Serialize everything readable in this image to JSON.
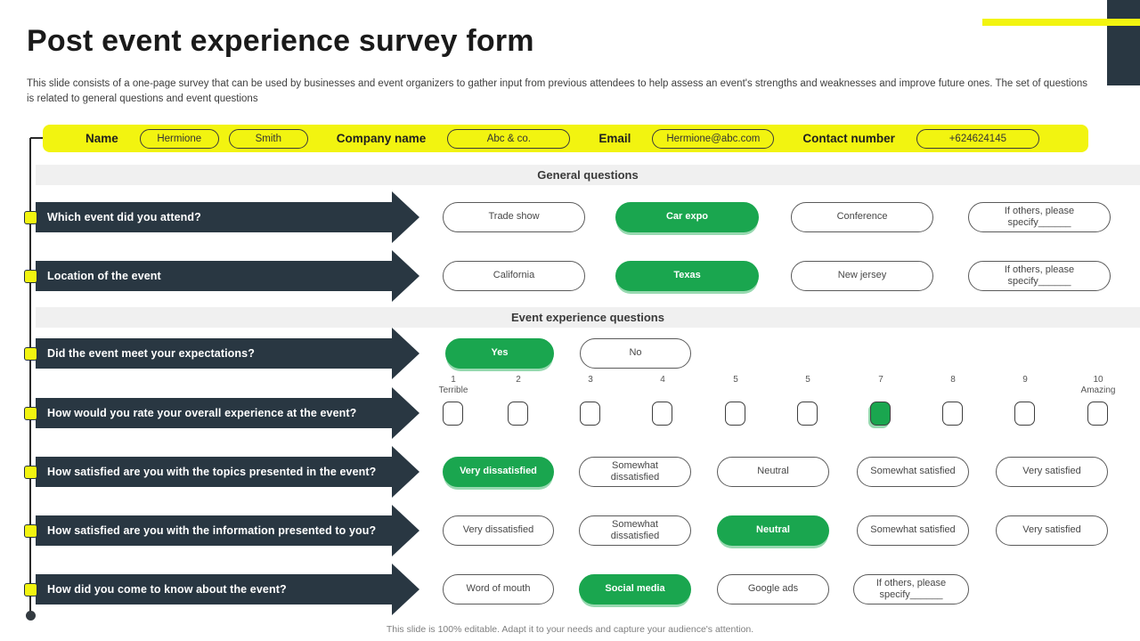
{
  "title": "Post event experience survey form",
  "subtitle": "This slide consists of a one-page survey that can be used by businesses and event organizers to gather input from previous attendees to help assess an event's strengths and weaknesses and improve future ones. The set of questions is related to general questions and event questions",
  "footer": "This slide is 100% editable. Adapt it to your needs and capture your audience's attention.",
  "colors": {
    "accent_yellow": "#f2f410",
    "dark_slate": "#293742",
    "selected_green": "#1aa64f",
    "band_gray": "#f0f0f0"
  },
  "info_bar": {
    "fields": [
      {
        "label": "Name",
        "values": [
          "Hermione",
          "Smith"
        ]
      },
      {
        "label": "Company name",
        "values": [
          "Abc & co."
        ]
      },
      {
        "label": "Email",
        "values": [
          "Hermione@abc.com"
        ]
      },
      {
        "label": "Contact number",
        "values": [
          "+624624145"
        ]
      }
    ]
  },
  "rows": [
    {
      "type": "header",
      "label": "General questions"
    },
    {
      "type": "question",
      "label": "Which event did you attend?",
      "options": [
        {
          "label": "Trade show"
        },
        {
          "label": "Car expo",
          "selected": true
        },
        {
          "label": "Conference"
        },
        {
          "label": "If others, please specify______"
        }
      ]
    },
    {
      "type": "question",
      "label": "Location of the event",
      "options": [
        {
          "label": "California"
        },
        {
          "label": "Texas",
          "selected": true
        },
        {
          "label": "New jersey"
        },
        {
          "label": "If others, please specify______"
        }
      ]
    },
    {
      "type": "header",
      "label": "Event experience questions"
    },
    {
      "type": "question",
      "label": "Did the event meet your expectations?",
      "options": [
        {
          "label": "Yes",
          "selected": true
        },
        {
          "label": "No"
        }
      ]
    },
    {
      "type": "rating",
      "label": "How would you rate your overall experience at the event?",
      "scale": [
        {
          "value": "1",
          "caption": "Terrible"
        },
        {
          "value": "2"
        },
        {
          "value": "3"
        },
        {
          "value": "4"
        },
        {
          "value": "5"
        },
        {
          "value": "5"
        },
        {
          "value": "7",
          "selected": true
        },
        {
          "value": "8"
        },
        {
          "value": "9"
        },
        {
          "value": "10",
          "caption": "Amazing"
        }
      ]
    },
    {
      "type": "question",
      "label": "How satisfied are you with the topics presented in the event?",
      "options": [
        {
          "label": "Very dissatisfied",
          "selected": true
        },
        {
          "label": "Somewhat dissatisfied"
        },
        {
          "label": "Neutral"
        },
        {
          "label": "Somewhat satisfied"
        },
        {
          "label": "Very satisfied"
        }
      ]
    },
    {
      "type": "question",
      "label": "How satisfied are you with the information presented to you?",
      "options": [
        {
          "label": "Very dissatisfied"
        },
        {
          "label": "Somewhat dissatisfied"
        },
        {
          "label": "Neutral",
          "selected": true
        },
        {
          "label": "Somewhat satisfied"
        },
        {
          "label": "Very satisfied"
        }
      ]
    },
    {
      "type": "question",
      "label": "How did you come to know about the event?",
      "options": [
        {
          "label": "Word of mouth"
        },
        {
          "label": "Social media",
          "selected": true
        },
        {
          "label": "Google ads"
        },
        {
          "label": "If others, please specify______"
        }
      ]
    }
  ]
}
